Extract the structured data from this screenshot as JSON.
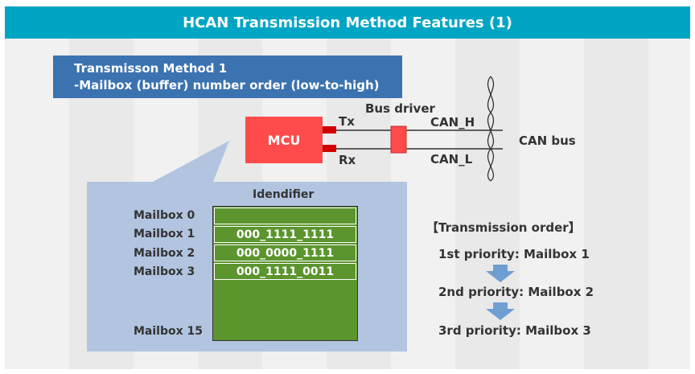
{
  "title": "HCAN Transmission Method Features (1)",
  "method": {
    "line1": "Transmisson Method 1",
    "line2": "-Mailbox (buffer) number order (low-to-high)"
  },
  "diagram": {
    "mcu": "MCU",
    "tx": "Tx",
    "rx": "Rx",
    "bus_driver": "Bus driver",
    "can_h": "CAN_H",
    "can_l": "CAN_L",
    "can_bus": "CAN bus"
  },
  "mailboxes": {
    "header": "Idendifier",
    "rows": [
      {
        "label": "Mailbox 0",
        "id": ""
      },
      {
        "label": "Mailbox 1",
        "id": "000_1111_1111"
      },
      {
        "label": "Mailbox 2",
        "id": "000_0000_1111"
      },
      {
        "label": "Mailbox 3",
        "id": "000_1111_0011"
      }
    ],
    "last": "Mailbox 15"
  },
  "order": {
    "title": "【Transmission order】",
    "items": [
      "1st priority: Mailbox 1",
      "2nd priority: Mailbox 2",
      "3rd priority: Mailbox 3"
    ]
  },
  "colors": {
    "titlebar": "#00a5c3",
    "method_box": "#3b72b0",
    "mcu": "#ff4b4b",
    "identifier_green": "#5c952e",
    "callout": "#b2c4df",
    "arrow": "#6f9ed3"
  }
}
